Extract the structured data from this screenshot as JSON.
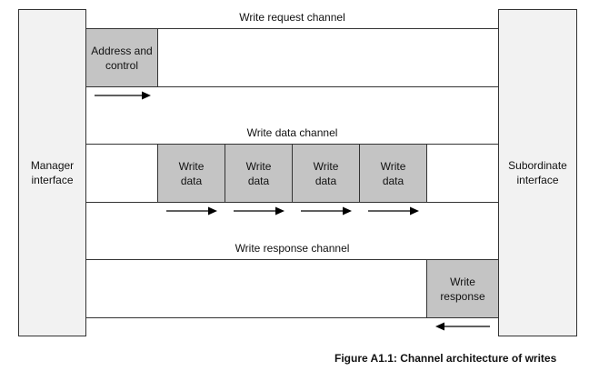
{
  "manager": {
    "label": "Manager\ninterface"
  },
  "subordinate": {
    "label": "Subordinate\ninterface"
  },
  "channels": {
    "write_request": {
      "title": "Write request channel",
      "cells": [
        {
          "label": "Address and\ncontrol"
        }
      ]
    },
    "write_data": {
      "title": "Write data channel",
      "cells": [
        {
          "label": "Write\ndata"
        },
        {
          "label": "Write\ndata"
        },
        {
          "label": "Write\ndata"
        },
        {
          "label": "Write\ndata"
        }
      ]
    },
    "write_response": {
      "title": "Write response channel",
      "cells": [
        {
          "label": "Write\nresponse"
        }
      ]
    }
  },
  "caption": "Figure A1.1: Channel architecture of writes"
}
